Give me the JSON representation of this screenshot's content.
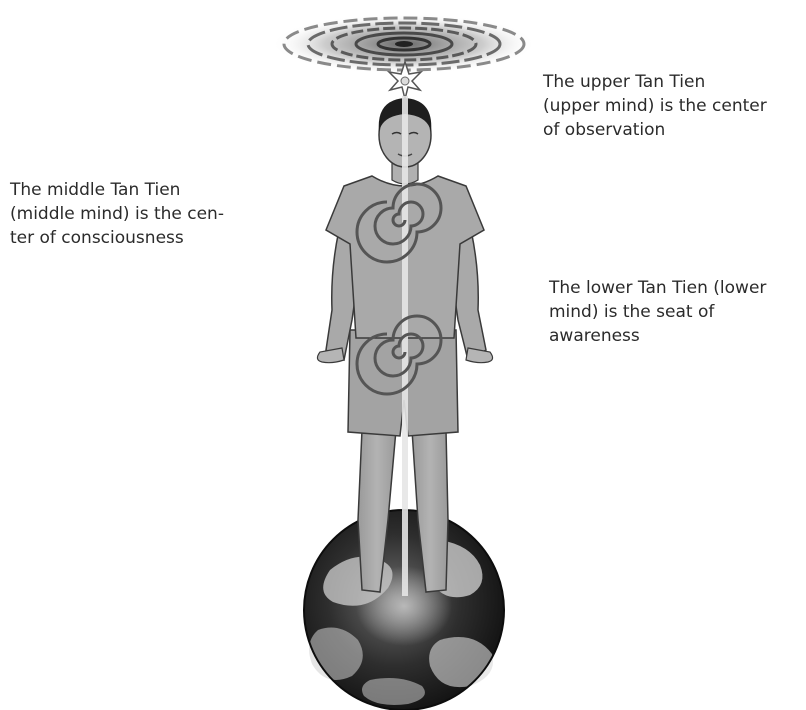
{
  "labels": {
    "upper": "The upper Tan Tien\n(upper mind) is the center\nof observation",
    "middle": "The middle Tan Tien\n(middle mind) is the cen-\nter of consciousness",
    "lower": "The lower Tan Tien (lower\nmind) is the seat of\nawareness"
  },
  "colors": {
    "figure_fill": "#a9a9a9",
    "figure_stroke": "#3a3a3a",
    "hair": "#1e1e1e",
    "energy_channel": "#e6e6e6",
    "galaxy": "#6b6b6b",
    "earth_dark": "#1c1c1c",
    "earth_light": "#cfcfcf",
    "text": "#2b2b2b"
  },
  "icons": {
    "galaxy": "galaxy-spiral-icon",
    "crown_star": "star-burst-icon",
    "middle_center": "spiral-icon",
    "lower_center": "spiral-icon",
    "earth": "earth-globe-icon"
  }
}
